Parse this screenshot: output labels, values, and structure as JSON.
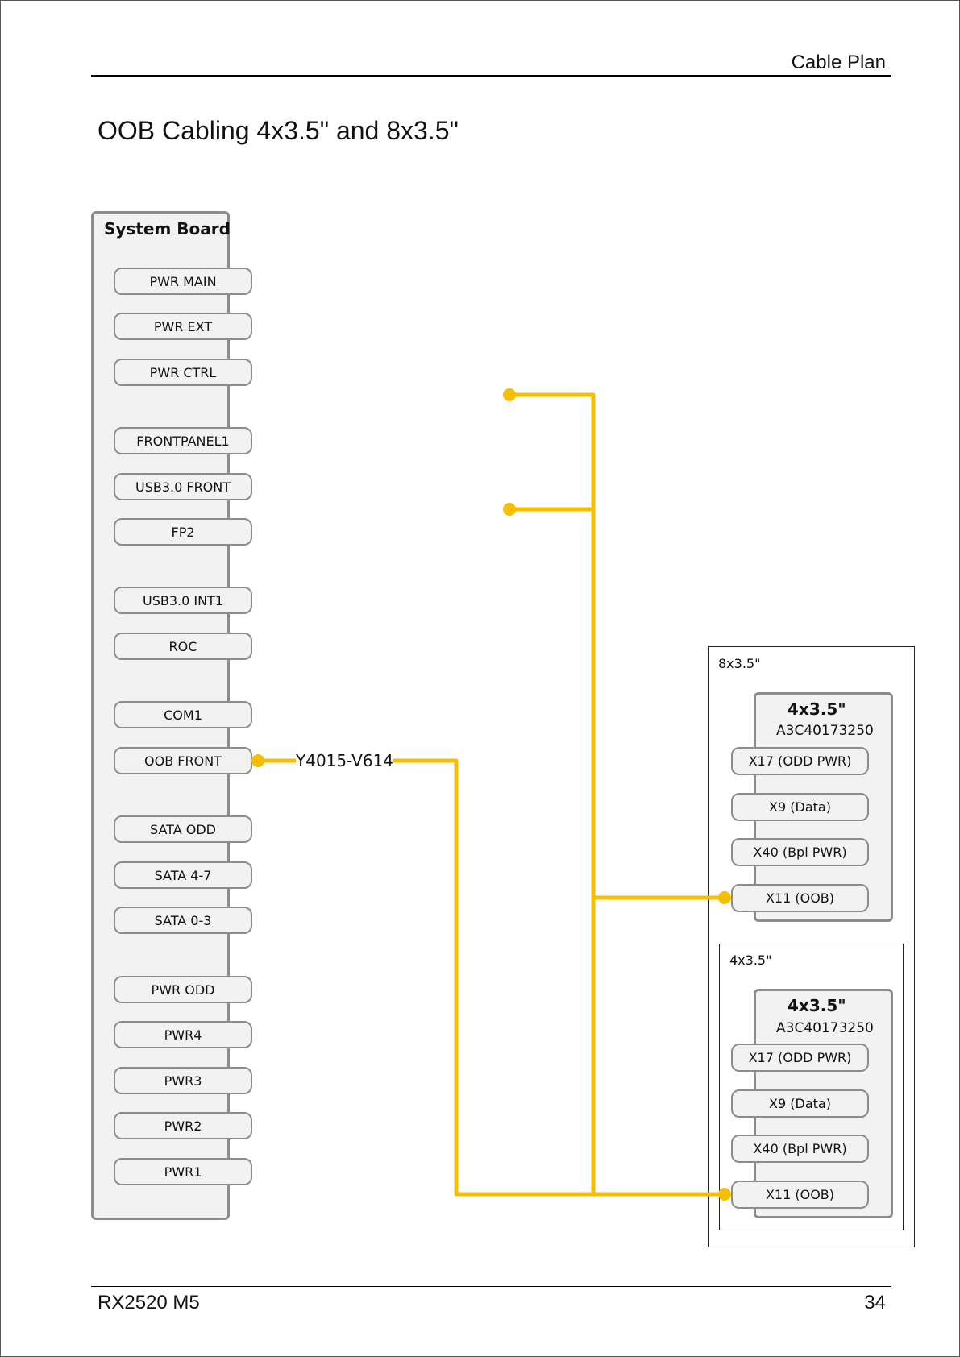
{
  "header": {
    "section": "Cable Plan"
  },
  "page": {
    "title": "OOB Cabling 4x3.5\" and 8x3.5\""
  },
  "footer": {
    "model": "RX2520 M5",
    "page_number": "34"
  },
  "colors": {
    "cable": "#f5be00",
    "box_border": "#8c8c8c",
    "box_fill": "#f2f2f2"
  },
  "system_board": {
    "title": "System Board",
    "connectors": [
      "PWR MAIN",
      "PWR EXT",
      "PWR CTRL",
      "FRONTPANEL1",
      "USB3.0 FRONT",
      "FP2",
      "USB3.0 INT1",
      "ROC",
      "COM1",
      "OOB FRONT",
      "SATA ODD",
      "SATA 4-7",
      "SATA 0-3",
      "PWR ODD",
      "PWR4",
      "PWR3",
      "PWR2",
      "PWR1"
    ]
  },
  "cable": {
    "part_number": "Y4015-V614"
  },
  "frames": {
    "outer_label": "8x3.5\"",
    "inner_label": "4x3.5\""
  },
  "backplanes": [
    {
      "title": "4x3.5\"",
      "part_number": "A3C40173250",
      "connectors": [
        "X17 (ODD PWR)",
        "X9 (Data)",
        "X40 (Bpl PWR)",
        "X11 (OOB)"
      ]
    },
    {
      "title": "4x3.5\"",
      "part_number": "A3C40173250",
      "connectors": [
        "X17 (ODD PWR)",
        "X9 (Data)",
        "X40 (Bpl PWR)",
        "X11 (OOB)"
      ]
    }
  ]
}
